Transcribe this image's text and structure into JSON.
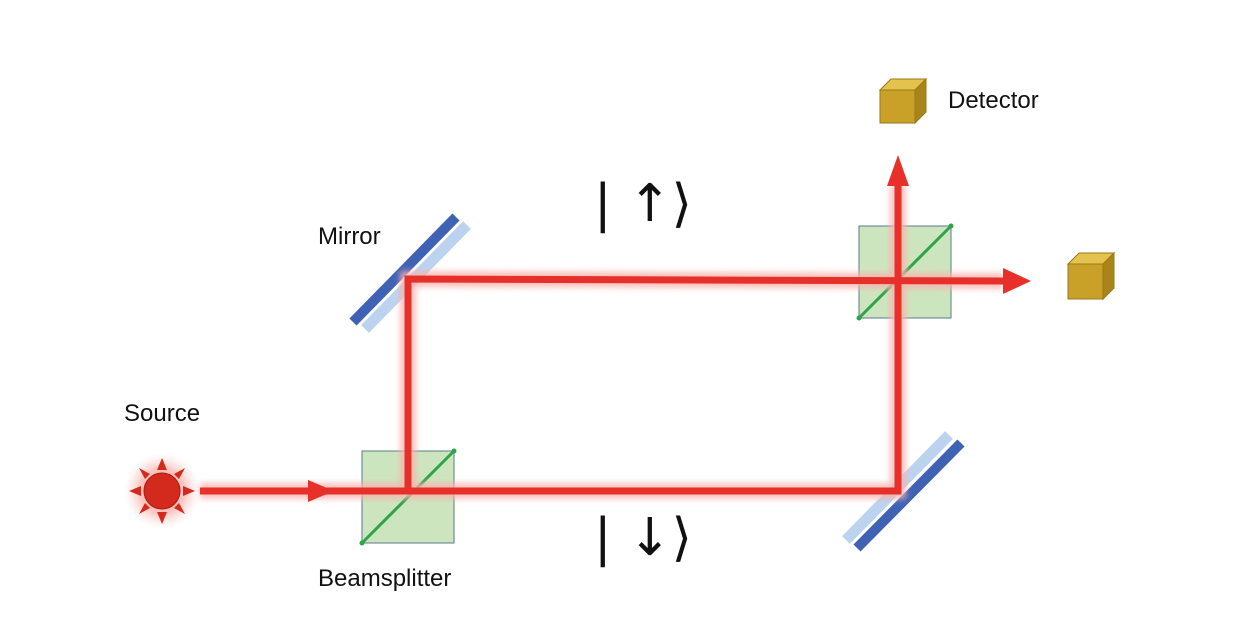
{
  "labels": {
    "detector": "Detector",
    "mirror": "Mirror",
    "source": "Source",
    "beamsplitter": "Beamsplitter"
  },
  "states": {
    "up": "| ↑⟩",
    "down": "| ↓⟩"
  },
  "colors": {
    "beam": "#e8302a",
    "beam_glow": "#f7b3ad",
    "mirror_dark": "#3f62b5",
    "mirror_light": "#bcd3f0",
    "splitter_fill": "#cde5bf",
    "splitter_edge": "#5a7a8a",
    "splitter_diag": "#2fa34a",
    "detector_front": "#c9a028",
    "detector_top": "#e3c34e",
    "detector_side": "#a9841b",
    "source": "#d42a1e"
  }
}
